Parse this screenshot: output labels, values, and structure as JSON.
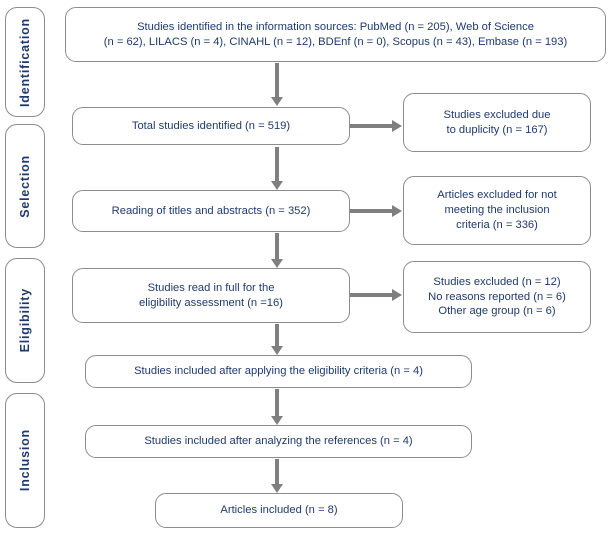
{
  "colors": {
    "text": "#1f3a6e",
    "border": "#8c8c8c",
    "arrow": "#7f7f7f",
    "background": "#ffffff"
  },
  "stages": {
    "identification": "Identification",
    "selection": "Selection",
    "eligibility": "Eligibility",
    "inclusion": "Inclusion"
  },
  "boxes": {
    "sources": {
      "line1": "Studies identified in the information sources: PubMed (n = 205), Web of Science",
      "line2": "(n = 62), LILACS (n = 4), CINAHL (n = 12), BDEnf (n = 0), Scopus (n = 43), Embase (n = 193)"
    },
    "total": {
      "text": "Total studies identified (n = 519)"
    },
    "reading": {
      "text": "Reading of titles and abstracts (n = 352)"
    },
    "fulltext": {
      "line1": "Studies read in full for the",
      "line2": "eligibility assessment (n =16)"
    },
    "eligibility_included": {
      "text": "Studies included after applying the eligibility criteria (n = 4)"
    },
    "references_included": {
      "text": "Studies included after analyzing the references (n = 4)"
    },
    "articles_included": {
      "text": "Articles included (n = 8)"
    }
  },
  "exclusions": {
    "duplicity": {
      "line1": "Studies excluded due",
      "line2": "to duplicity (n = 167)"
    },
    "criteria": {
      "line1": "Articles excluded for not",
      "line2": "meeting the inclusion",
      "line3": "criteria (n = 336)"
    },
    "fulltext": {
      "line1": "Studies excluded (n = 12)",
      "line2": "No reasons reported (n = 6)",
      "line3": "Other age group (n = 6)"
    }
  }
}
